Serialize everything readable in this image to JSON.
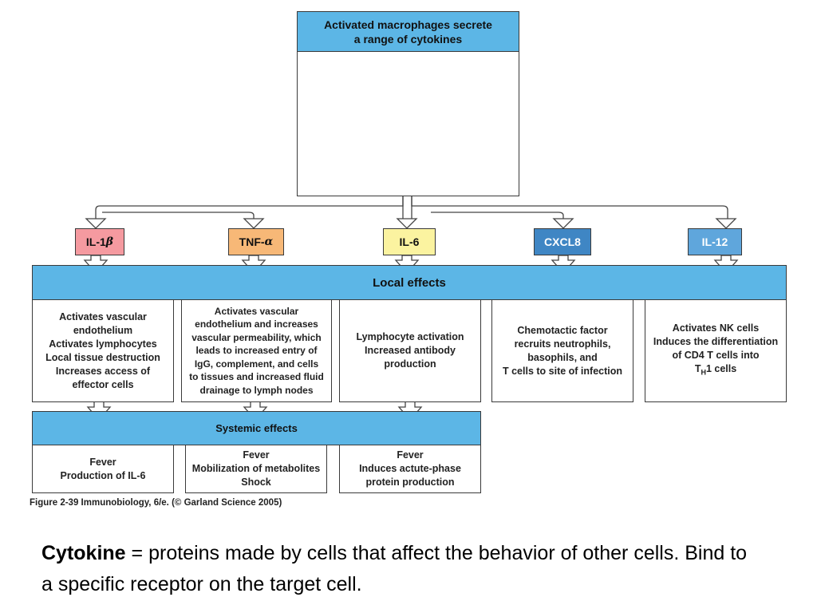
{
  "title_box": {
    "line1": "Activated macrophages secrete",
    "line2": "a range of cytokines"
  },
  "cytokines": [
    {
      "name": "IL-1",
      "suffix": "β",
      "color": "#f59aa0"
    },
    {
      "name": "TNF-",
      "suffix": "α",
      "color": "#f7b877"
    },
    {
      "name": "IL-6",
      "suffix": "",
      "color": "#fbf3a0"
    },
    {
      "name": "CXCL8",
      "suffix": "",
      "color": "#3f86c4"
    },
    {
      "name": "IL-12",
      "suffix": "",
      "color": "#5fa6dc"
    }
  ],
  "local_effects": {
    "heading": "Local effects",
    "items": [
      [
        "Activates vascular",
        "endothelium",
        "Activates lymphocytes",
        "Local tissue destruction",
        "Increases access of",
        "effector cells"
      ],
      [
        "Activates vascular",
        "endothelium and increases",
        "vascular permeability, which",
        "leads to increased entry of",
        "IgG, complement, and cells",
        "to tissues and increased fluid",
        "drainage to lymph nodes"
      ],
      [
        "Lymphocyte activation",
        "Increased antibody",
        "production"
      ],
      [
        "Chemotactic factor",
        "recruits neutrophils,",
        "basophils, and",
        "T cells to site of infection"
      ],
      [
        "Activates NK cells",
        "Induces the differentiation",
        "of CD4 T cells into"
      ]
    ],
    "th1": {
      "t": "T",
      "sub": "H",
      "rest": "1 cells"
    }
  },
  "systemic_effects": {
    "heading": "Systemic effects",
    "items": [
      [
        "Fever",
        "Production of IL-6"
      ],
      [
        "Fever",
        "Mobilization of metabolites",
        "Shock"
      ],
      [
        "Fever",
        "Induces actute-phase",
        "protein production"
      ]
    ]
  },
  "figure_caption": "Figure 2-39  Immunobiology, 6/e. (© Garland Science 2005)",
  "definition": {
    "term": "Cytokine",
    "text": " = proteins made by cells that affect the behavior of other cells.  Bind to a specific receptor on the target cell."
  },
  "colors": {
    "band": "#5cb6e6",
    "cell": "#f7f28a",
    "granule": "#8a8fc4",
    "triangles": [
      "#e88a92",
      "#f0a860",
      "#f4e060",
      "#3f86c4",
      "#5fa6dc"
    ]
  }
}
